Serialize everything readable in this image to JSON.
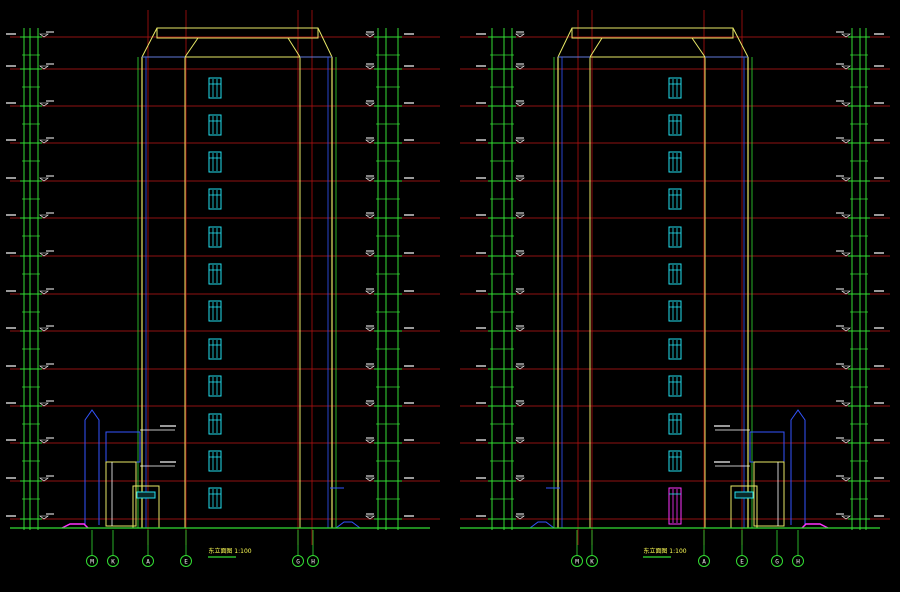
{
  "colors": {
    "background": "#000000",
    "floor_line": "#c01818",
    "axis_line": "#b01010",
    "wall": "#e8e866",
    "outline": "#33dd33",
    "blue": "#3355ff",
    "window": "#22e0f0",
    "door_magenta": "#ff33ff",
    "ground": "#33dd33",
    "text": "#ffffff",
    "axis_bubble": "#33dd33",
    "title_underline": "#33dd33"
  },
  "elevations": [
    {
      "title": "东立面图 1:100",
      "axis_labels": [
        "M",
        "K",
        "A",
        "E",
        "G",
        "H"
      ]
    },
    {
      "title": "东立面图 1:100",
      "axis_labels": [
        "H",
        "G",
        "E",
        "A",
        "K",
        "M"
      ]
    }
  ],
  "icons": {
    "axis_marker": "circle-axis-icon",
    "elevation_marker": "elevation-triangle-icon"
  }
}
